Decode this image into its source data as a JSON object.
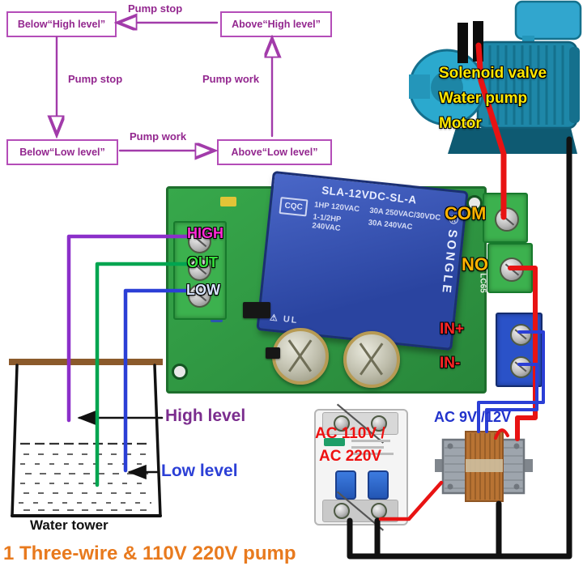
{
  "footer": {
    "title": "1 Three-wire & 110V 220V pump"
  },
  "colors": {
    "flowchart_purple": "#9A2D9C",
    "wire_purple": "#8B2FC9",
    "wire_green": "#00A550",
    "wire_blue": "#2B3FD6",
    "wire_red": "#E81313",
    "wire_black": "#111111",
    "label_high": "#FF2BD6",
    "label_out": "#35E23B",
    "label_low": "#D8E6FF",
    "label_com_no": "#FFB400",
    "label_in": "#FF2626",
    "pump_label_yellow": "#FFE800",
    "title_orange": "#E87A1E",
    "pcb_green": "#2E9640",
    "relay_blue": "#3A57B8",
    "terminal_green": "#3CB14E",
    "terminal_blue": "#2A52C8"
  },
  "flowchart": {
    "box_below_high": "Below“High level”",
    "box_above_high": "Above“High level”",
    "box_below_low": "Below“Low level”",
    "box_above_low": "Above“Low level”",
    "label_pump_stop_top": "Pump stop",
    "label_pump_stop_left": "Pump stop",
    "label_pump_work_right": "Pump work",
    "label_pump_work_bottom": "Pump work"
  },
  "pump": {
    "label_line1": "Solenoid valve",
    "label_line2": "Water pump",
    "label_line3": "Motor"
  },
  "relay_module": {
    "terminals": {
      "high": "HIGH",
      "out": "OUT",
      "low": "LOW",
      "com": "COM",
      "no": "NO",
      "in_plus": "IN+",
      "in_minus": "IN-"
    },
    "relay": {
      "model": "SLA-12VDC-SL-A",
      "cert": "CQC",
      "ratings": [
        "1HP 120VAC",
        "1-1/2HP 240VAC",
        "30A 250VAC/30VDC",
        "30A 240VAC"
      ],
      "brand": "SONGLE",
      "reg_mark": "®",
      "warn_mark": "⚠",
      "ul_mark": "UL"
    },
    "silkscreen": "LC65"
  },
  "tank": {
    "caption": "Water tower",
    "high_level_label": "High level",
    "low_level_label": "Low level"
  },
  "breaker": {
    "overlay_line1": "AC 110V /",
    "overlay_line2": "AC 220V"
  },
  "transformer": {
    "label": "AC 9V /12V"
  }
}
